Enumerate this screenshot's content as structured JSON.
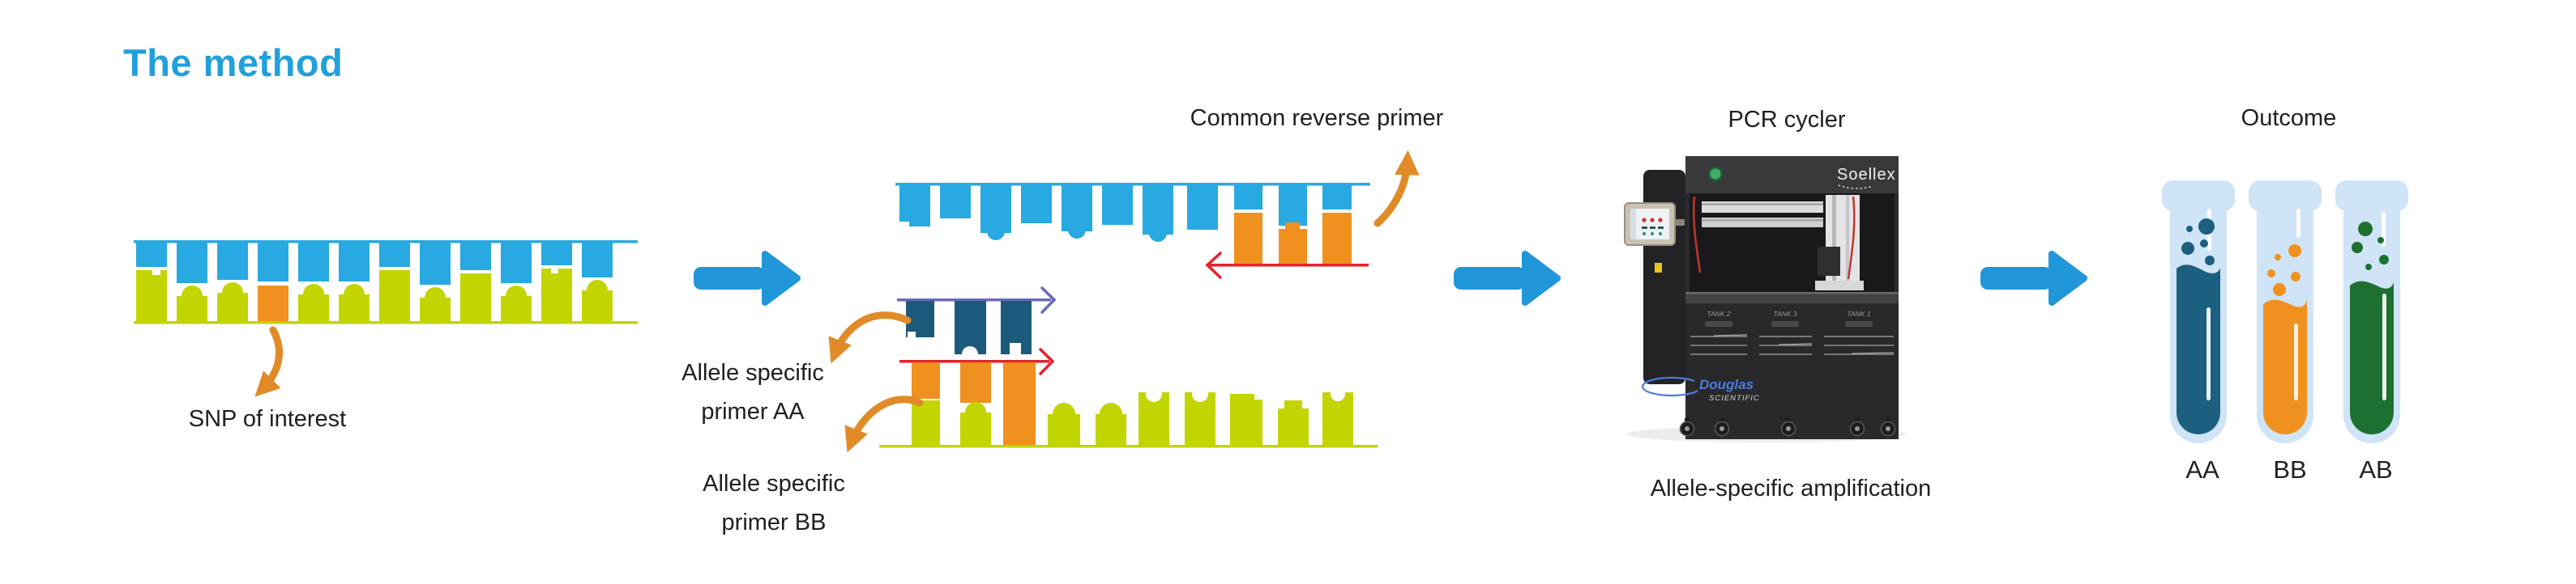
{
  "title": "The method",
  "colors": {
    "accent_blue": "#2196d8",
    "strand_blue": "#29a9e1",
    "strand_green": "#c2d500",
    "snp_orange": "#f0911f",
    "primer_teal": "#1b5a7a",
    "curved_arrow_orange": "#e08b28",
    "arrow_red": "#e8222a",
    "arrow_purple": "#6a6ab8",
    "tube_glass": "#cfe4f7",
    "tube_aa_fill": "#1d5f7f",
    "tube_bb_fill": "#f0911f",
    "tube_ab_fill": "#1e7030"
  },
  "step1": {
    "snp_label": "SNP of interest"
  },
  "step2": {
    "common_primer_label": "Common reverse primer",
    "primer_aa_line1": "Allele specific",
    "primer_aa_line2": "primer AA",
    "primer_bb_line1": "Allele specific",
    "primer_bb_line2": "primer BB"
  },
  "step3": {
    "title": "PCR cycler",
    "caption": "Allele-specific amplification",
    "machine": {
      "brand": "Soellex",
      "maker_line1": "Douglas",
      "maker_line2": "SCIENTIFIC",
      "tanks": [
        "TANK 2",
        "TANK 3",
        "TANK 1"
      ]
    }
  },
  "step4": {
    "title": "Outcome",
    "tube_labels": [
      "AA",
      "BB",
      "AB"
    ]
  }
}
